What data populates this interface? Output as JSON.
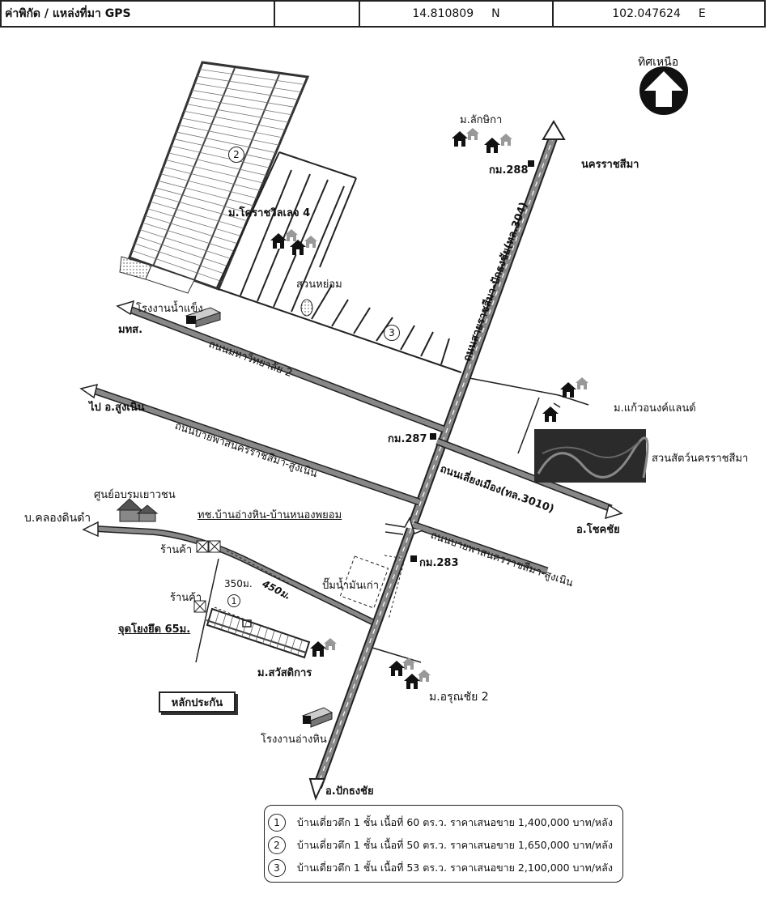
{
  "header": {
    "label": "ค่าพิกัด / แหล่งที่มา GPS",
    "latitude": "14.810809",
    "lat_dir": "N",
    "longitude": "102.047624",
    "lon_dir": "E"
  },
  "compass": {
    "label": "ทิศเหนือ"
  },
  "places": {
    "lakshika": "ม.ลักษิกา",
    "nakhon_ratchasima": "นครราชสีมา",
    "km288": "กม.288",
    "korat_village4": "ม.โคราชวิลเลจ 4",
    "suan_yom": "สวนหย่อม",
    "ice_factory": "โรงงานน้ำแข็ง",
    "mths": "มทส.",
    "road_univ2": "ถนนมหาวิทยาลัย 2",
    "to_sung_noen": "ไป อ.สูงเนิน",
    "road_bypass": "ถนนบายพาสนครราชสีมา-สูงเนิน",
    "kaeo_anong": "ม.แก้วอนงค์แลนด์",
    "highway_304": "ถนนสายราชสีมา-ปักธงชัย(ทล.304)",
    "km287": "กม.287",
    "zoo": "สวนสัตว์นครราชสีมา",
    "road_bypass_city": "ถนนเลี่ยงเมือง(ทล.3010)",
    "chok_chai": "อ.โชคชัย",
    "youth_center": "ศูนย์อบรมเยาวชน",
    "khlong_din_dam": "บ.คลองดินดำ",
    "rural_road": "ทช.บ้านอ่างหิน-บ้านหนองพยอม",
    "road_bypass2": "ถนนบายพาสนครราชสีมา-สูงเนิน",
    "shop1": "ร้านค้า",
    "shop2": "ร้านค้า",
    "dist_350": "350ม.",
    "dist_450": "450ม.",
    "km283": "กม.283",
    "old_gas": "ปั๊มน้ำมันเก่า",
    "junction": "จุดโยงยึด 65ม.",
    "sawatdikan": "ม.สวัสดิการ",
    "arun_chai": "ม.อรุณชัย 2",
    "collateral": "หลักประกัน",
    "ang_hin_factory": "โรงงานอ่างหิน",
    "pak_thong_chai": "อ.ปักธงชัย"
  },
  "markers": [
    "1",
    "2",
    "3"
  ],
  "legend": [
    {
      "num": "1",
      "text": "บ้านเดี่ยวตึก 1 ชั้น เนื้อที่ 60 ตร.ว. ราคาเสนอขาย 1,400,000 บาท/หลัง"
    },
    {
      "num": "2",
      "text": "บ้านเดี่ยวตึก 1 ชั้น เนื้อที่ 50 ตร.ว. ราคาเสนอขาย 1,650,000 บาท/หลัง"
    },
    {
      "num": "3",
      "text": "บ้านเดี่ยวตึก 1 ชั้น เนื้อที่ 53 ตร.ว. ราคาเสนอขาย 2,100,000 บาท/หลัง"
    }
  ]
}
